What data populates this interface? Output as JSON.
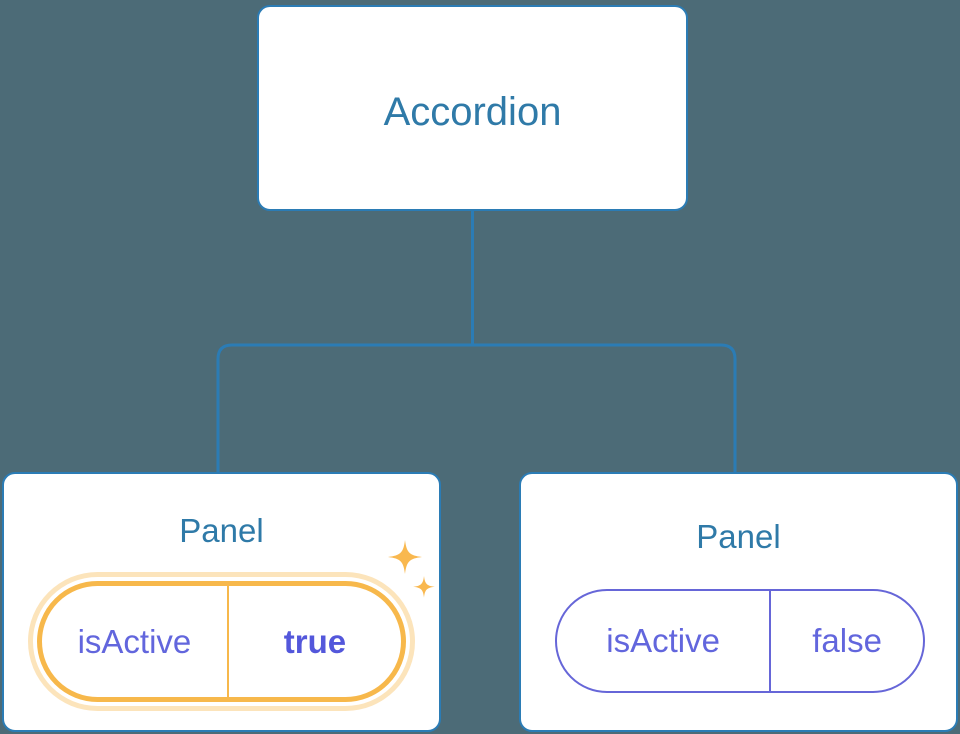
{
  "theme": {
    "background": "#4c6b77",
    "connector": "#2b7cb5",
    "card_border": "#2b7cb5",
    "title_text": "#2f7aa8",
    "prop_text": "#6266dd",
    "prop_border": "#6666d8",
    "highlight_border": "#f7b84b",
    "highlight_glow": "#fcdfae",
    "sparkle": "#f9b84f",
    "card_background": "#ffffff"
  },
  "tree": {
    "root": {
      "title": "Accordion"
    },
    "children": [
      {
        "title": "Panel",
        "highlighted": true,
        "prop": {
          "key": "isActive",
          "value": "true"
        },
        "sparkle_decoration": true
      },
      {
        "title": "Panel",
        "highlighted": false,
        "prop": {
          "key": "isActive",
          "value": "false"
        },
        "sparkle_decoration": false
      }
    ]
  },
  "icons": {
    "sparkle_large": "sparkle-icon",
    "sparkle_small": "sparkle-small-icon"
  }
}
